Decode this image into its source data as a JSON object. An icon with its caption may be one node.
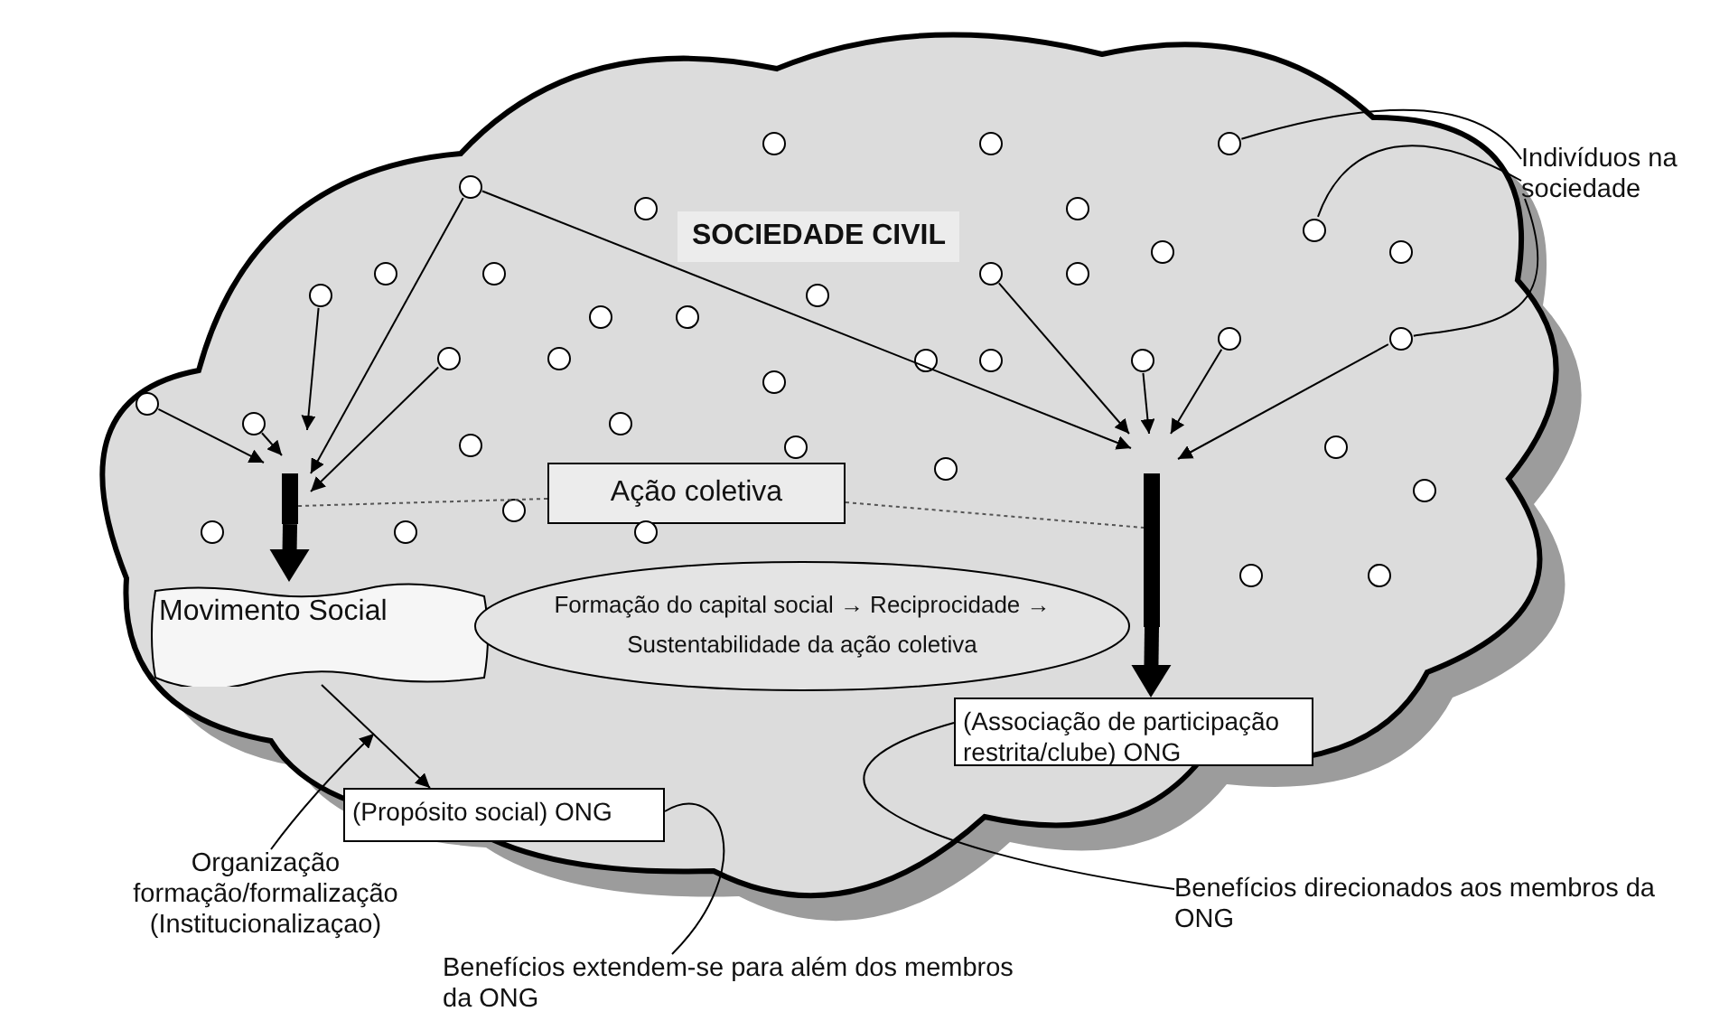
{
  "diagram": {
    "nodes": [
      {
        "text": [
          "SOCIEDADE CIVIL"
        ]
      },
      {
        "text": [
          "Ação coletiva"
        ],
        "in": 0
      },
      {
        "text": [
          "Movimento Social"
        ],
        "in": 0
      },
      {
        "text": [
          "Formação do capital social → Reciprocidade → Sustentabilidade da ação coletiva"
        ],
        "in": 0
      },
      {
        "text": [
          "(Propósito social) ONG"
        ],
        "in": 0
      },
      {
        "text": [
          "(Associação de participação restrita/clube) ONG"
        ],
        "in": 0
      },
      {
        "text": [
          "Indivíduos na sociedade"
        ]
      },
      {
        "text": [
          "Organização formação/formalização (Institucionalizaçao)"
        ]
      },
      {
        "text": [
          "Benefícios extendem-se para além dos membros da ONG"
        ]
      },
      {
        "text": [
          "Benefícios direcionados aos membros da ONG"
        ]
      },
      {
        "text": [],
        "shape": "circle",
        "in": 0
      },
      {
        "text": [],
        "shape": "circle",
        "in": 0
      },
      {
        "text": [],
        "shape": "circle",
        "in": 0
      },
      {
        "text": [],
        "shape": "circle",
        "in": 0
      },
      {
        "text": [],
        "shape": "circle",
        "in": 0
      },
      {
        "text": [],
        "shape": "circle",
        "in": 0
      },
      {
        "text": [],
        "shape": "circle",
        "in": 0
      },
      {
        "text": [],
        "shape": "circle",
        "in": 0
      },
      {
        "text": [],
        "shape": "circle",
        "in": 0
      },
      {
        "text": [],
        "shape": "circle",
        "in": 0
      },
      {
        "text": [],
        "shape": "circle",
        "in": 0
      },
      {
        "text": [],
        "shape": "circle",
        "in": 0
      },
      {
        "text": [],
        "shape": "circle",
        "in": 0
      },
      {
        "text": [],
        "shape": "circle",
        "in": 0
      },
      {
        "text": [],
        "shape": "circle",
        "in": 0
      },
      {
        "text": [],
        "shape": "circle",
        "in": 0
      },
      {
        "text": [],
        "shape": "circle",
        "in": 0
      },
      {
        "text": [],
        "shape": "circle",
        "in": 0
      },
      {
        "text": [],
        "shape": "circle",
        "in": 0
      },
      {
        "text": [],
        "shape": "circle",
        "in": 0
      },
      {
        "text": [],
        "shape": "circle",
        "in": 0
      },
      {
        "text": [],
        "shape": "circle",
        "in": 0
      },
      {
        "text": [],
        "shape": "circle",
        "in": 0
      },
      {
        "text": [],
        "shape": "circle",
        "in": 0
      },
      {
        "text": [],
        "shape": "circle",
        "in": 0
      },
      {
        "text": [],
        "shape": "circle",
        "in": 0
      },
      {
        "text": [],
        "shape": "circle",
        "in": 0
      },
      {
        "text": [],
        "shape": "circle",
        "in": 0
      },
      {
        "text": [],
        "shape": "circle",
        "in": 0
      },
      {
        "text": [],
        "shape": "circle",
        "in": 0
      },
      {
        "text": [],
        "shape": "circle",
        "in": 0
      },
      {
        "text": [],
        "shape": "circle",
        "in": 0
      },
      {
        "text": [],
        "shape": "circle",
        "in": 0
      },
      {
        "text": [],
        "shape": "circle",
        "in": 0
      },
      {
        "text": [],
        "shape": "circle",
        "in": 0
      },
      {
        "text": [],
        "shape": "circle",
        "in": 0
      },
      {
        "text": [],
        "shape": "circle",
        "in": 0
      },
      {
        "text": [],
        "shape": "circle",
        "in": 0
      },
      {
        "text": [],
        "shape": "circle",
        "in": 0
      },
      {
        "text": [],
        "shape": "bar",
        "in": 0
      },
      {
        "text": [],
        "shape": "bar",
        "in": 0
      }
    ],
    "edges": [
      {
        "from": 35,
        "to": 49,
        "arrow": "to"
      },
      {
        "from": 36,
        "to": 49,
        "arrow": "to"
      },
      {
        "from": 23,
        "to": 49,
        "arrow": "to"
      },
      {
        "from": 13,
        "to": 49,
        "arrow": "to"
      },
      {
        "from": 29,
        "to": 49,
        "arrow": "to"
      },
      {
        "from": 13,
        "to": 50,
        "arrow": "to"
      },
      {
        "from": 21,
        "to": 50,
        "arrow": "to"
      },
      {
        "from": 33,
        "to": 50,
        "arrow": "to"
      },
      {
        "from": 27,
        "to": 50,
        "arrow": "to"
      },
      {
        "from": 28,
        "to": 50,
        "arrow": "to"
      },
      {
        "from": 49,
        "to": 2,
        "arrow": "to",
        "style": "thick"
      },
      {
        "from": 50,
        "to": 5,
        "arrow": "to",
        "style": "thick"
      },
      {
        "from": 1,
        "to": 49,
        "arrow": "none",
        "style": "dashed"
      },
      {
        "from": 1,
        "to": 50,
        "arrow": "none",
        "style": "dashed"
      },
      {
        "from": 2,
        "to": 4,
        "arrow": "to"
      },
      {
        "from": 7,
        "to": null,
        "arrow": "to"
      },
      {
        "from": 8,
        "to": 4,
        "arrow": "none"
      },
      {
        "from": 9,
        "to": 5,
        "arrow": "none"
      },
      {
        "from": 6,
        "to": 12,
        "arrow": "none"
      },
      {
        "from": 6,
        "to": 16,
        "arrow": "none"
      },
      {
        "from": 6,
        "to": 28,
        "arrow": "none"
      }
    ]
  }
}
